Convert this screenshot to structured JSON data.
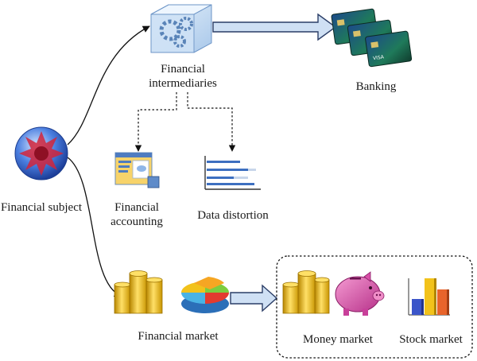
{
  "nodes": {
    "financial_subject": {
      "label": "Financial subject"
    },
    "financial_intermediaries": {
      "label_line1": "Financial",
      "label_line2": "intermediaries"
    },
    "banking": {
      "label": "Banking"
    },
    "financial_accounting": {
      "label_line1": "Financial",
      "label_line2": "accounting"
    },
    "data_distortion": {
      "label": "Data distortion"
    },
    "financial_market": {
      "label": "Financial market"
    },
    "money_market": {
      "label": "Money market"
    },
    "stock_market": {
      "label": "Stock market"
    }
  },
  "icons": {
    "subject": "virus-sphere-icon",
    "intermediaries": "gears-cube-icon",
    "banking": "credit-cards-icon",
    "accounting": "accounting-window-icon",
    "distortion": "bar-lines-icon",
    "market_coins": "coin-stacks-icon",
    "market_pie": "pie-chart-icon",
    "money_coins": "coin-stacks-icon",
    "piggy": "piggy-bank-icon",
    "stock": "bar-chart-3d-icon"
  },
  "colors": {
    "arrow_fill": "#cfe0f4",
    "arrow_stroke": "#2a3d66",
    "gold": "#f2c21b",
    "piggy": "#d94fa8",
    "card": "#1f7a5a",
    "subject_sphere": "#3a6fd6",
    "subject_core": "#d1243b"
  }
}
